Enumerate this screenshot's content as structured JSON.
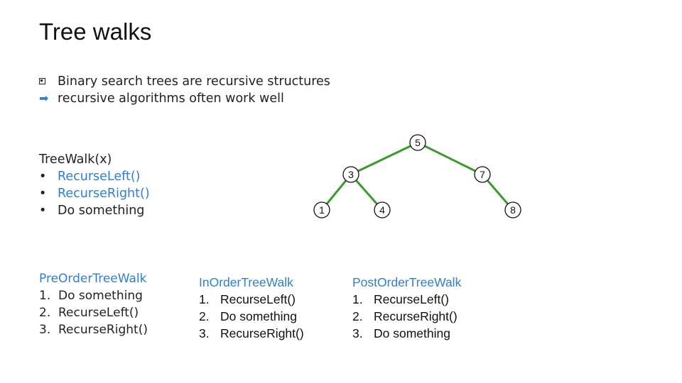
{
  "title": "Tree walks",
  "intro": [
    {
      "icon": "square-bullet-icon",
      "text": "Binary search trees are recursive structures"
    },
    {
      "icon": "arrow-right-icon",
      "text": "recursive algorithms often work well"
    }
  ],
  "treewalk": {
    "title": "TreeWalk(x)",
    "items": [
      "RecurseLeft()",
      "RecurseRight()",
      "Do something"
    ]
  },
  "preorder": {
    "title": "PreOrderTreeWalk",
    "items": [
      "Do something",
      "RecurseLeft()",
      "RecurseRight()"
    ]
  },
  "inorder": {
    "title": "InOrderTreeWalk",
    "items": [
      "RecurseLeft()",
      "Do something",
      "RecurseRight()"
    ]
  },
  "postorder": {
    "title": "PostOrderTreeWalk",
    "items": [
      "RecurseLeft()",
      "RecurseRight()",
      "Do something"
    ]
  },
  "tree": {
    "nodes": [
      "5",
      "3",
      "7",
      "1",
      "4",
      "8"
    ],
    "edges": [
      [
        "5",
        "3"
      ],
      [
        "5",
        "7"
      ],
      [
        "3",
        "1"
      ],
      [
        "3",
        "4"
      ],
      [
        "7",
        "8"
      ]
    ],
    "edge_color": "#3a9a2c",
    "node_border_color": "#111111"
  },
  "colors": {
    "accent": "#2f7fd0"
  }
}
